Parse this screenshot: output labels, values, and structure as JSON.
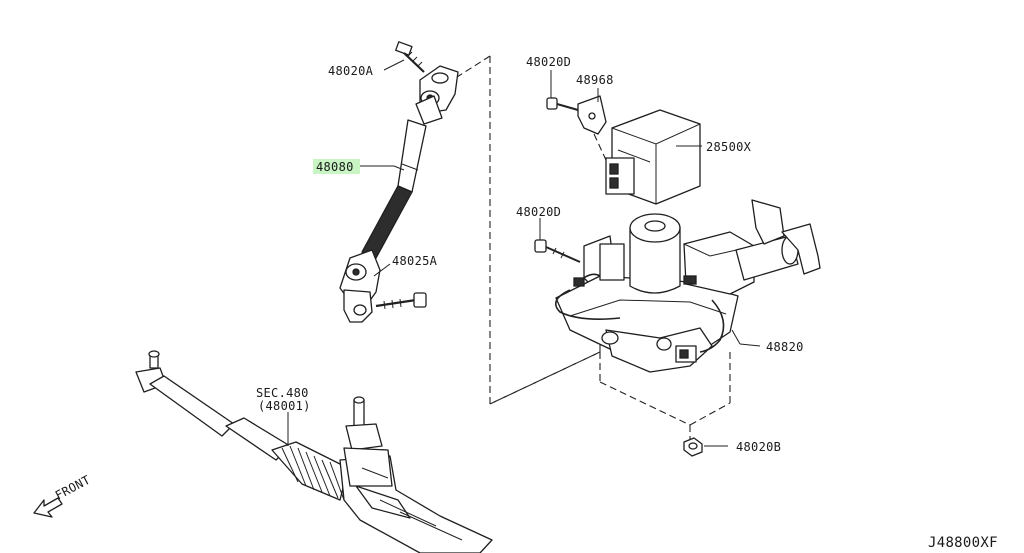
{
  "diagram": {
    "highlight_color": "#c9f5c4",
    "labels": {
      "p48020A": "48020A",
      "p48080": "48080",
      "p48025A": "48025A",
      "p48020D_top": "48020D",
      "p48968": "48968",
      "p28500X": "28500X",
      "p48020D_mid": "48020D",
      "p48820": "48820",
      "p48020B": "48020B",
      "sec480": "SEC.480",
      "sec48001": "(48001)",
      "front": "FRONT",
      "diagram_code": "J48800XF"
    }
  }
}
